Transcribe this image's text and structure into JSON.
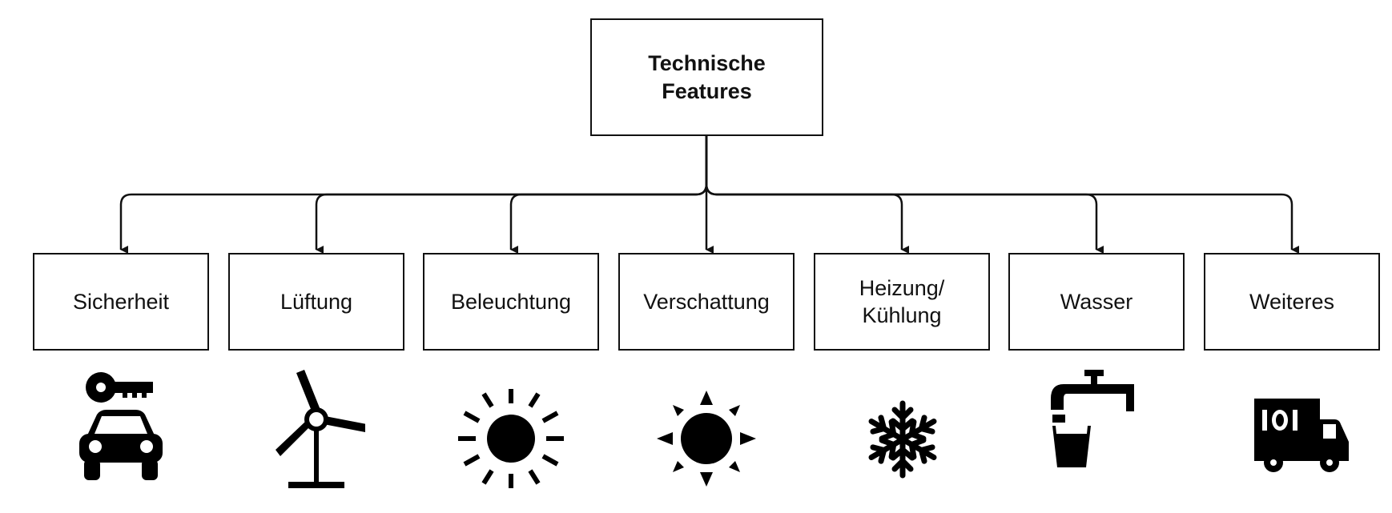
{
  "root": {
    "line1": "Technische",
    "line2": "Features"
  },
  "children": [
    {
      "line1": "Sicherheit",
      "line2": "",
      "icon": "car-key-icon"
    },
    {
      "line1": "Lüftung",
      "line2": "",
      "icon": "wind-turbine-icon"
    },
    {
      "line1": "Beleuchtung",
      "line2": "",
      "icon": "sun-rays-icon"
    },
    {
      "line1": "Verschattung",
      "line2": "",
      "icon": "sun-icon"
    },
    {
      "line1": "Heizung/",
      "line2": "Kühlung",
      "icon": "snowflake-icon"
    },
    {
      "line1": "Wasser",
      "line2": "",
      "icon": "water-tap-icon"
    },
    {
      "line1": "Weiteres",
      "line2": "",
      "icon": "food-truck-icon"
    }
  ]
}
